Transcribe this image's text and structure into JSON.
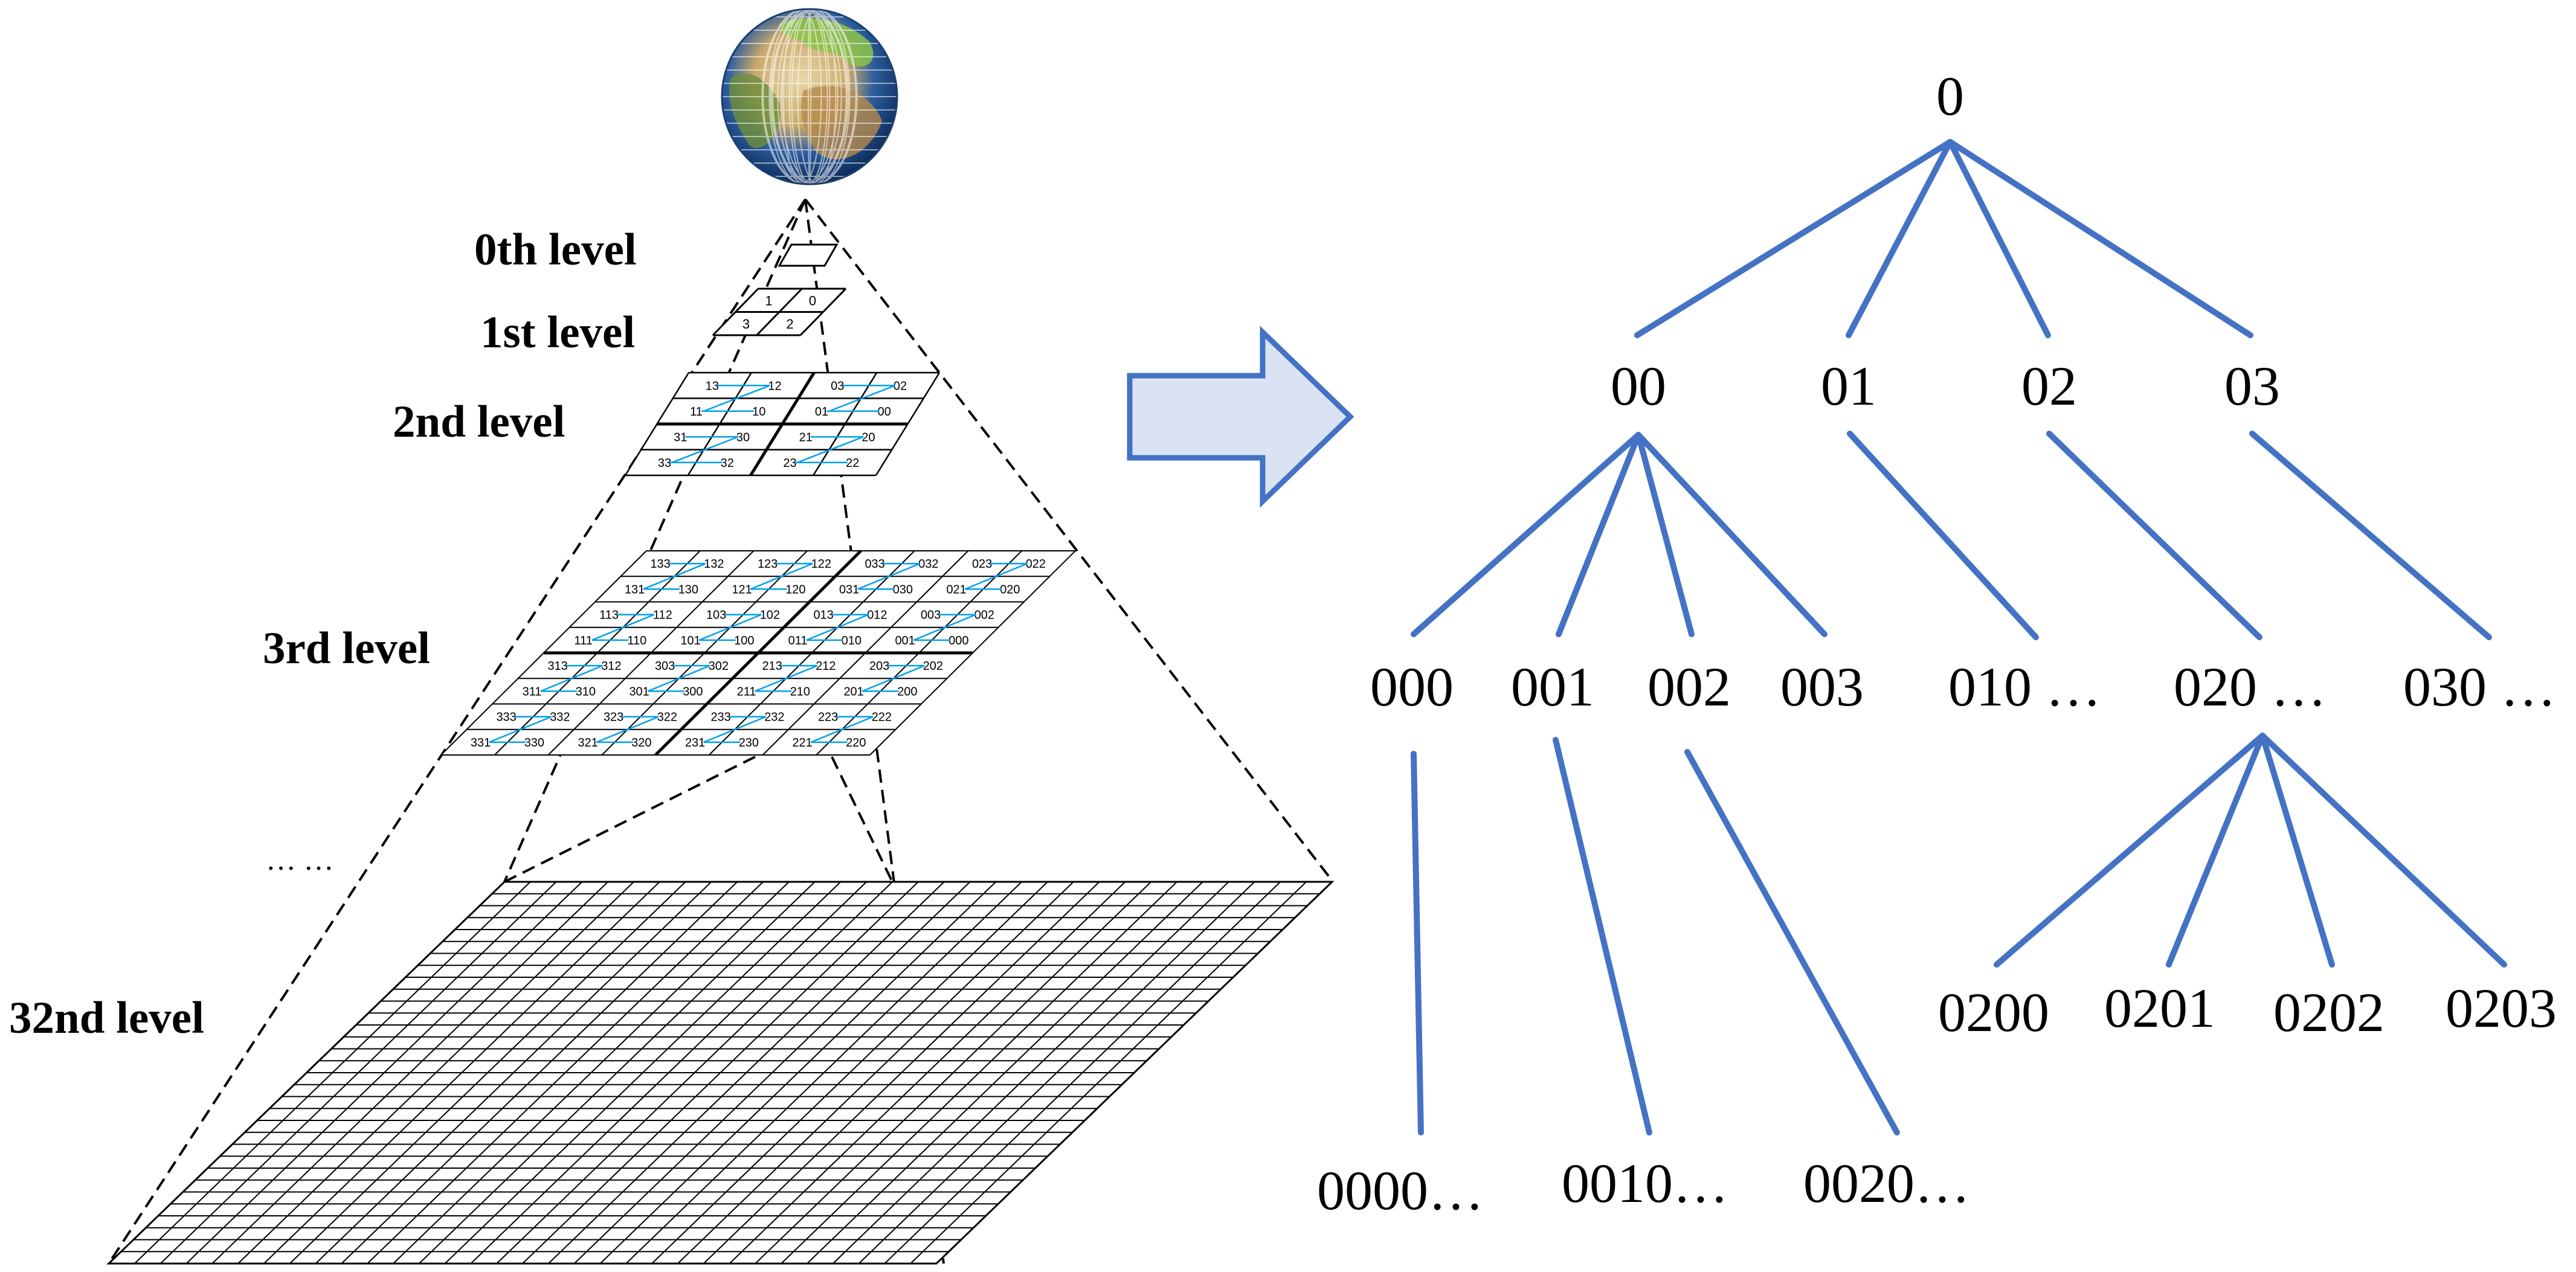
{
  "levels": {
    "level0": "0th level",
    "level1": "1st level",
    "level2": "2nd level",
    "level3": "3rd level",
    "ellipsis": "… …",
    "level32": "32nd level"
  },
  "level1_cells": [
    "1",
    "0",
    "3",
    "2"
  ],
  "level2_cells": [
    [
      "13",
      "12",
      "03",
      "02"
    ],
    [
      "11",
      "10",
      "01",
      "00"
    ],
    [
      "31",
      "30",
      "21",
      "20"
    ],
    [
      "33",
      "32",
      "23",
      "22"
    ]
  ],
  "level3_cells": [
    [
      "133",
      "132",
      "123",
      "122",
      "033",
      "032",
      "023",
      "022"
    ],
    [
      "131",
      "130",
      "121",
      "120",
      "031",
      "030",
      "021",
      "020"
    ],
    [
      "113",
      "112",
      "103",
      "102",
      "013",
      "012",
      "003",
      "002"
    ],
    [
      "111",
      "110",
      "101",
      "100",
      "011",
      "010",
      "001",
      "000"
    ],
    [
      "313",
      "312",
      "303",
      "302",
      "213",
      "212",
      "203",
      "202"
    ],
    [
      "311",
      "310",
      "301",
      "300",
      "211",
      "210",
      "201",
      "200"
    ],
    [
      "333",
      "332",
      "323",
      "322",
      "233",
      "232",
      "223",
      "222"
    ],
    [
      "331",
      "330",
      "321",
      "320",
      "231",
      "230",
      "221",
      "220"
    ]
  ],
  "tree": {
    "root": "0",
    "level1": [
      "00",
      "01",
      "02",
      "03"
    ],
    "level2": [
      "000",
      "001",
      "002",
      "003",
      "010 …",
      "020 …",
      "030 …"
    ],
    "level3_left": [
      "0000…",
      "0010…",
      "0020…"
    ],
    "level3_right": [
      "0200",
      "0201",
      "0202",
      "0203"
    ]
  },
  "colors": {
    "tree_line": "#4472c4",
    "arrow_fill": "#dae3f3",
    "arrow_stroke": "#4472c4",
    "z_curve": "#00a0e9"
  }
}
